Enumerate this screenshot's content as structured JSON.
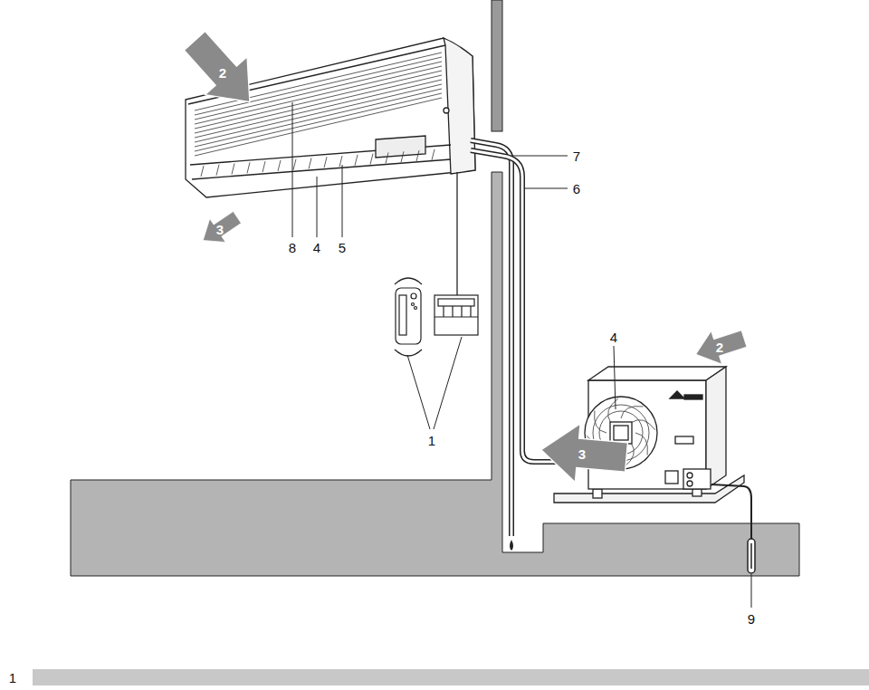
{
  "diagram": {
    "labels": [
      "2",
      "7",
      "6",
      "3",
      "8",
      "4",
      "5",
      "4",
      "2",
      "1",
      "3",
      "9",
      "1"
    ]
  }
}
